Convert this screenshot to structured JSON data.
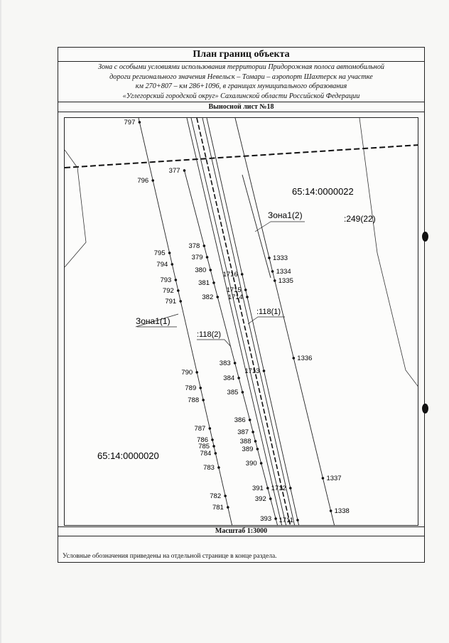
{
  "document": {
    "title": "План границ объекта",
    "description_lines": [
      "Зона с особыми условиями использования территории Придорожная полоса автомобильной",
      "дороги регионального значения Невельск – Томари – аэропорт Шахтерск на участке",
      "км 270+807 – км 286+1096, в границах муниципального образования",
      "«Углегорский городской округ» Сахалинской области Российской Федерации"
    ],
    "sheet_label": "Выносной лист №18",
    "scale": "Масштаб 1:3000",
    "legend_note": "Условные обозначения приведены на отдельной странице в конце раздела."
  },
  "map": {
    "parcel_labels": [
      "65:14:0000022",
      ":249(22)",
      "65:14:0000020"
    ],
    "zone_labels": [
      "Зона1(2)",
      "Зона1(1)",
      ":118(1)",
      ":118(2)"
    ],
    "points_left_boundary": [
      "797",
      "796",
      "795",
      "794",
      "793",
      "792",
      "791",
      "790",
      "789",
      "788",
      "787",
      "786",
      "785",
      "784",
      "783",
      "782",
      "781"
    ],
    "points_inner_left": [
      "377",
      "378",
      "379",
      "380",
      "381",
      "382",
      "383",
      "384",
      "385",
      "386",
      "387",
      "388",
      "389",
      "390",
      "391",
      "392",
      "393"
    ],
    "points_road": [
      "1716",
      "1715",
      "1714",
      "1713",
      "1712",
      "1711"
    ],
    "points_right_boundary": [
      "1333",
      "1334",
      "1335",
      "1336",
      "1337",
      "1338"
    ]
  },
  "colors": {
    "ink": "#111111",
    "paper": "#fbfbfa"
  }
}
